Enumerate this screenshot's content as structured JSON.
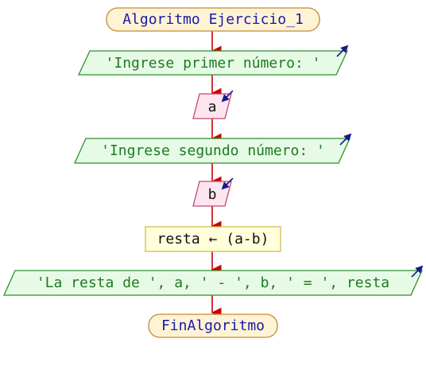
{
  "diagram": {
    "start": {
      "text": "Algoritmo Ejercicio_1"
    },
    "output1": {
      "text": "'Ingrese primer número: '"
    },
    "input1": {
      "text": "a"
    },
    "output2": {
      "text": "'Ingrese segundo número: '"
    },
    "input2": {
      "text": "b"
    },
    "process": {
      "text": "resta ← (a-b)"
    },
    "output3": {
      "text": "'La resta de ', a, ' - ', b, ' = ', resta"
    },
    "end": {
      "text": "FinAlgoritmo"
    }
  },
  "colors": {
    "terminal_fill": "#fff3d6",
    "terminal_stroke": "#c08c33",
    "output_fill": "#e6fae6",
    "output_stroke": "#2f8f2f",
    "input_fill": "#fde6ef",
    "input_stroke": "#c0487a",
    "process_fill": "#ffffdc",
    "process_stroke": "#c8c04a",
    "connector": "#cc0000",
    "io_arrow": "#1a1a8a"
  },
  "icons": {
    "output_marker": "arrow-up-right-icon",
    "input_marker": "arrow-down-left-icon"
  }
}
